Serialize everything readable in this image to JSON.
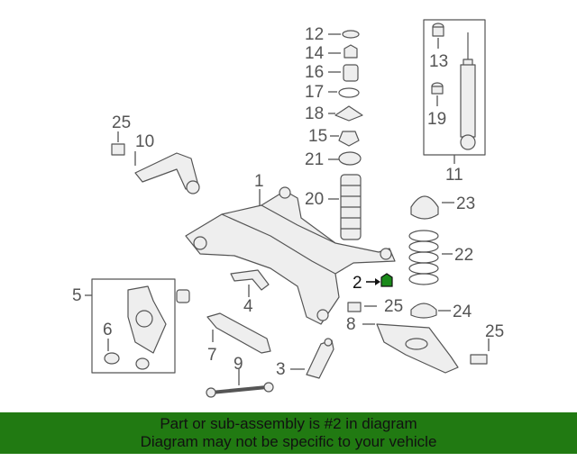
{
  "callouts": {
    "c1": "1",
    "c2": "2",
    "c3": "3",
    "c4": "4",
    "c5": "5",
    "c6": "6",
    "c7": "7",
    "c8": "8",
    "c9": "9",
    "c10": "10",
    "c11": "11",
    "c12": "12",
    "c13": "13",
    "c14": "14",
    "c15": "15",
    "c16": "16",
    "c17": "17",
    "c18": "18",
    "c19": "19",
    "c20": "20",
    "c21": "21",
    "c22": "22",
    "c23": "23",
    "c24": "24",
    "c25a": "25",
    "c25b": "25",
    "c25c": "25"
  },
  "banner": {
    "line1": "Part or sub-assembly is #2 in diagram",
    "line2": "Diagram may not be specific to your vehicle",
    "color": "#217a12"
  },
  "highlight_color": "#1a8a1a"
}
